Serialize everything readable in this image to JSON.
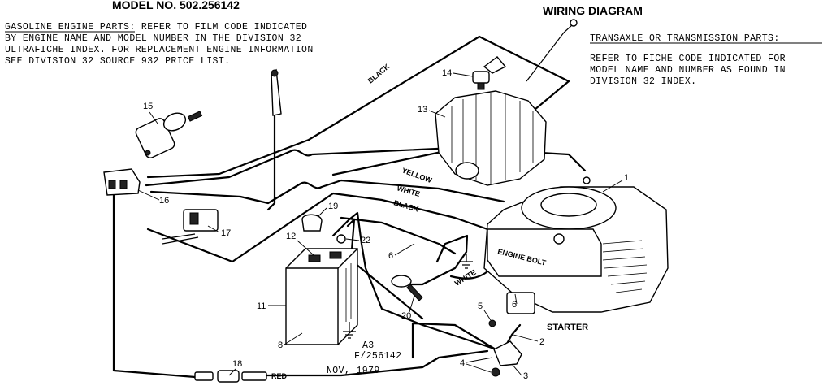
{
  "model_title": "MODEL NO. 502.256142",
  "diagram_title": "WIRING DIAGRAM",
  "engine_note": {
    "heading": "GASOLINE ENGINE PARTS:",
    "lines": [
      "GASOLINE ENGINE PARTS:  REFER TO FILM CODE INDICATED",
      "BY ENGINE NAME AND MODEL NUMBER IN THE DIVISION 32",
      "ULTRAFICHE INDEX.  FOR REPLACEMENT ENGINE INFORMATION",
      "SEE DIVISION 32 SOURCE 932 PRICE LIST."
    ]
  },
  "transaxle_note": {
    "heading": "TRANSAXLE OR TRANSMISSION PARTS:",
    "lines": [
      "REFER TO FICHE CODE INDICATED FOR",
      "MODEL NAME AND NUMBER AS FOUND IN",
      "DIVISION 32 INDEX."
    ]
  },
  "wire_labels": {
    "black_top": "BLACK",
    "yellow": "YELLOW",
    "white_upper": "WHITE",
    "black_mid": "BLACK",
    "white_lower": "WHITE",
    "red": "RED"
  },
  "part_labels": {
    "engine_bolt": "ENGINE BOLT",
    "starter": "STARTER"
  },
  "callouts": [
    "1",
    "2",
    "3",
    "4",
    "5",
    "6",
    "6",
    "8",
    "11",
    "12",
    "13",
    "14",
    "15",
    "16",
    "17",
    "18",
    "19",
    "20",
    "22"
  ],
  "code_lines": [
    "A3",
    "F/256142"
  ],
  "date": "NOV, 1979"
}
